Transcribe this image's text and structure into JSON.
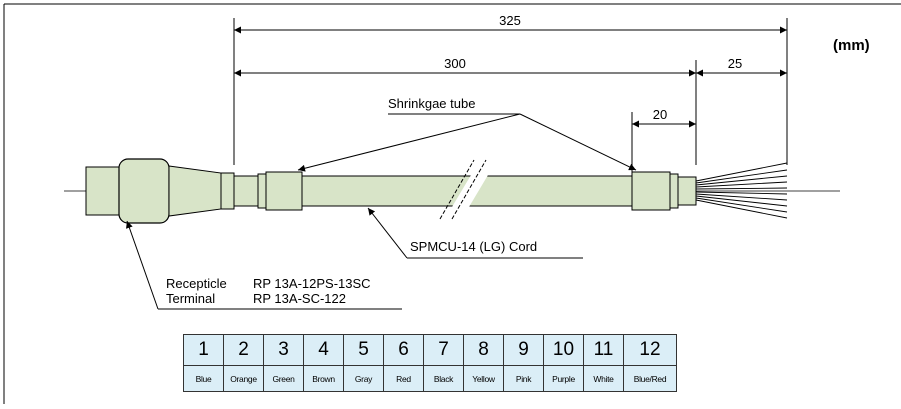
{
  "dimensions": {
    "total": "325",
    "cord": "300",
    "stripped": "25",
    "tube": "20",
    "unit": "(mm)"
  },
  "labels": {
    "shrink_tube": "Shrinkgae tube",
    "cord": "SPMCU-14 (LG) Cord",
    "receptacle_title": "Recepticle",
    "receptacle_part": "RP 13A-12PS-13SC",
    "terminal_title": "Terminal",
    "terminal_part": "RP 13A-SC-122"
  },
  "pin_table": {
    "pins": [
      "1",
      "2",
      "3",
      "4",
      "5",
      "6",
      "7",
      "8",
      "9",
      "10",
      "11",
      "12"
    ],
    "colors": [
      "Blue",
      "Orange",
      "Green",
      "Brown",
      "Gray",
      "Red",
      "Black",
      "Yellow",
      "Pink",
      "Purple",
      "White",
      "Blue/Red"
    ]
  }
}
